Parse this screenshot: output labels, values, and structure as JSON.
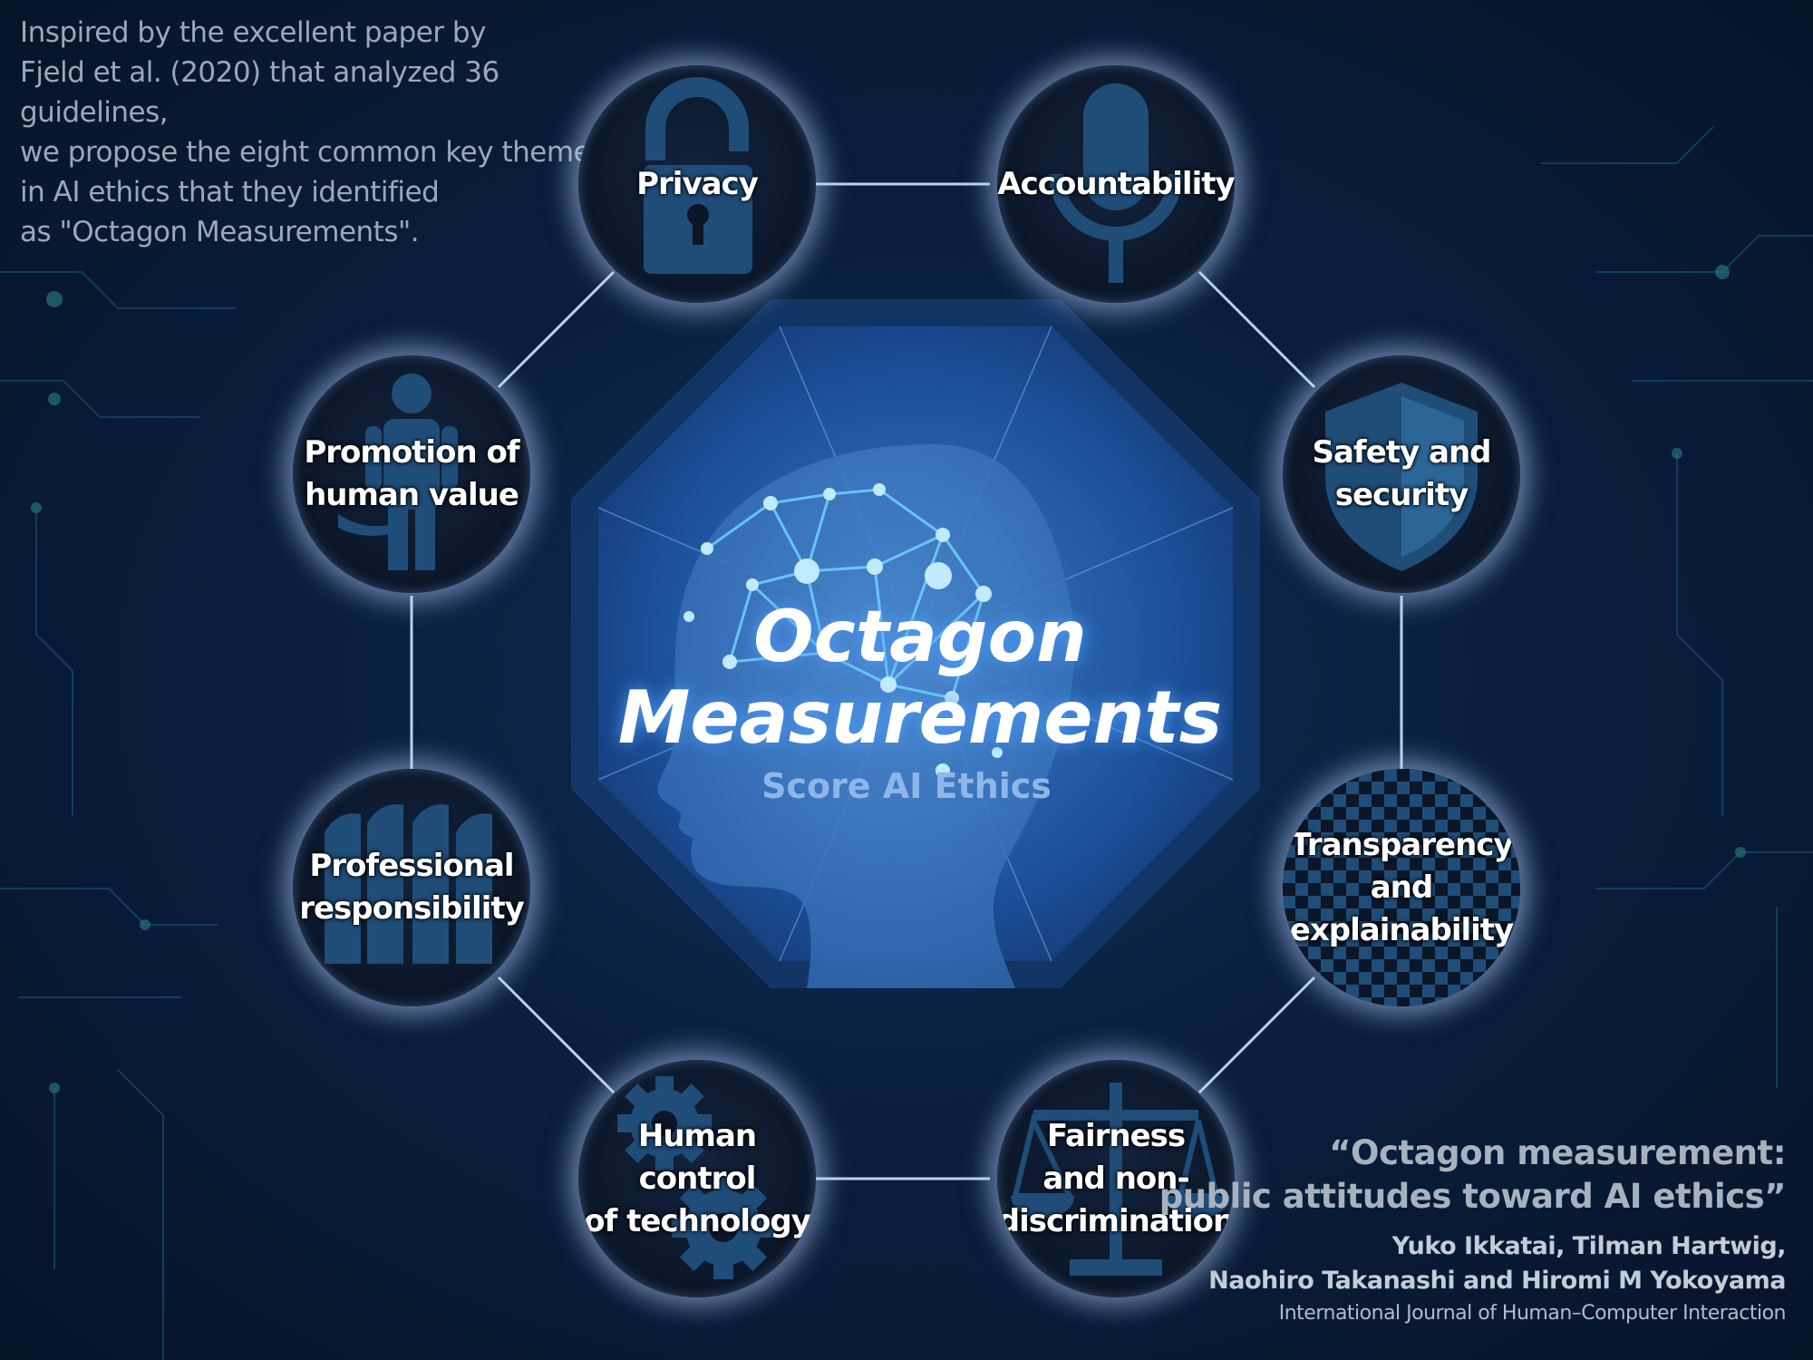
{
  "intro_text": "Inspired by the excellent paper by\nFjeld et al. (2020) that analyzed 36 guidelines,\nwe propose the eight common key themes\nin AI ethics that they identified\nas \"Octagon Measurements\".",
  "center": {
    "title_line1": "Octagon",
    "title_line2": "Measurements",
    "subtitle": "Score AI Ethics"
  },
  "themes": [
    {
      "label": "Privacy",
      "icon": "padlock-icon"
    },
    {
      "label": "Accountability",
      "icon": "microphone-icon"
    },
    {
      "label": "Safety and\nsecurity",
      "icon": "shield-icon"
    },
    {
      "label": "Transparency\nand\nexplainability",
      "icon": "checkerboard-icon"
    },
    {
      "label": "Fairness\nand non-\ndiscrimination",
      "icon": "scales-icon"
    },
    {
      "label": "Human control\nof technology",
      "icon": "gears-icon"
    },
    {
      "label": "Professional\nresponsibility",
      "icon": "books-icon"
    },
    {
      "label": "Promotion of\nhuman value",
      "icon": "person-icon"
    }
  ],
  "credit": {
    "paper_title": "“Octagon measurement:\npublic attitudes toward AI ethics”",
    "authors": "Yuko Ikkatai, Tilman Hartwig,\nNaohiro Takanashi and Hiromi M Yokoyama",
    "journal": "International Journal of Human–Computer Interaction"
  },
  "colors": {
    "background": "#0a1f3d",
    "icon_fill": "#1f4d78",
    "glow": "#b4d2ff",
    "network_node": "#9fd8ff"
  }
}
